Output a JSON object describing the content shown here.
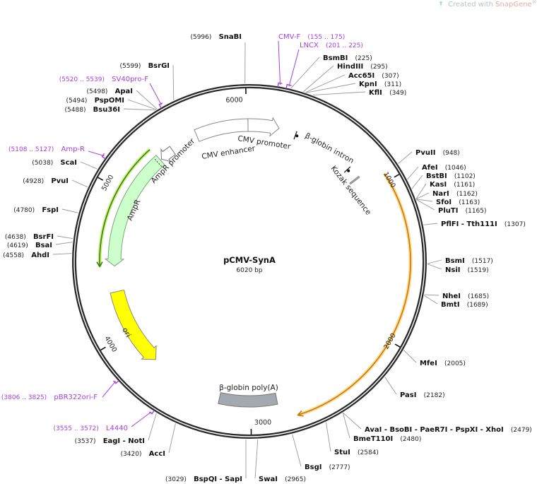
{
  "watermark": {
    "prefix": "Created with ",
    "brand": "SnapGene",
    "mark": "®",
    "brand_color": "#f0a8a0"
  },
  "plasmid": {
    "name": "pCMV-SynA",
    "length_label": "6020 bp",
    "length": 6020
  },
  "ticks": [
    1000,
    2000,
    3000,
    4000,
    5000,
    6000
  ],
  "sites": [
    {
      "name": "SnaBI",
      "pos_text": "(5996)",
      "bp": 5996
    },
    {
      "name": "BsrGI",
      "pos_text": "(5599)",
      "bp": 5599
    },
    {
      "name": "ApaI",
      "pos_text": "(5498)",
      "bp": 5498
    },
    {
      "name": "PspOMI",
      "pos_text": "(5494)",
      "bp": 5494
    },
    {
      "name": "Bsu36I",
      "pos_text": "(5488)",
      "bp": 5488
    },
    {
      "name": "ScaI",
      "pos_text": "(5038)",
      "bp": 5038
    },
    {
      "name": "PvuI",
      "pos_text": "(4928)",
      "bp": 4928
    },
    {
      "name": "FspI",
      "pos_text": "(4780)",
      "bp": 4780
    },
    {
      "name": "BsrFI",
      "pos_text": "(4638)",
      "bp": 4638
    },
    {
      "name": "BsaI",
      "pos_text": "(4619)",
      "bp": 4619
    },
    {
      "name": "AhdI",
      "pos_text": "(4558)",
      "bp": 4558
    },
    {
      "name": "EagI - NotI",
      "pos_text": "(3537)",
      "bp": 3537
    },
    {
      "name": "AccI",
      "pos_text": "(3420)",
      "bp": 3420
    },
    {
      "name": "BspQI - SapI",
      "pos_text": "(3029)",
      "bp": 3029
    },
    {
      "name": "SwaI",
      "pos_text": "(2965)",
      "bp": 2965
    },
    {
      "name": "BsgI",
      "pos_text": "(2777)",
      "bp": 2777
    },
    {
      "name": "StuI",
      "pos_text": "(2584)",
      "bp": 2584
    },
    {
      "name": "BmeT110I",
      "pos_text": "(2480)",
      "bp": 2480
    },
    {
      "name": "AvaI - BsoBI - PaeR7I - PspXI - XhoI",
      "pos_text": "(2479)",
      "bp": 2479
    },
    {
      "name": "PasI",
      "pos_text": "(2182)",
      "bp": 2182
    },
    {
      "name": "MfeI",
      "pos_text": "(2005)",
      "bp": 2005
    },
    {
      "name": "NheI",
      "pos_text": "(1685)",
      "bp": 1685
    },
    {
      "name": "BmtI",
      "pos_text": "(1689)",
      "bp": 1689
    },
    {
      "name": "BsmI",
      "pos_text": "(1517)",
      "bp": 1517
    },
    {
      "name": "NsiI",
      "pos_text": "(1519)",
      "bp": 1519
    },
    {
      "name": "PflFI - Tth111I",
      "pos_text": "(1307)",
      "bp": 1307
    },
    {
      "name": "PluTI",
      "pos_text": "(1165)",
      "bp": 1165
    },
    {
      "name": "SfoI",
      "pos_text": "(1163)",
      "bp": 1163
    },
    {
      "name": "NarI",
      "pos_text": "(1162)",
      "bp": 1162
    },
    {
      "name": "KasI",
      "pos_text": "(1161)",
      "bp": 1161
    },
    {
      "name": "BstBI",
      "pos_text": "(1102)",
      "bp": 1102
    },
    {
      "name": "AfeI",
      "pos_text": "(1046)",
      "bp": 1046
    },
    {
      "name": "PvuII",
      "pos_text": "(948)",
      "bp": 948
    },
    {
      "name": "KflI",
      "pos_text": "(349)",
      "bp": 349
    },
    {
      "name": "KpnI",
      "pos_text": "(311)",
      "bp": 311
    },
    {
      "name": "Acc65I",
      "pos_text": "(307)",
      "bp": 307
    },
    {
      "name": "HindIII",
      "pos_text": "(295)",
      "bp": 295
    },
    {
      "name": "BsmBI",
      "pos_text": "(225)",
      "bp": 225
    }
  ],
  "primers": [
    {
      "name": "CMV-F",
      "range_text": "(155 .. 175)",
      "start": 155,
      "end": 175
    },
    {
      "name": "LNCX",
      "range_text": "(201 .. 225)",
      "start": 201,
      "end": 225
    },
    {
      "name": "SV40pro-F",
      "range_text": "(5520 .. 5539)",
      "start": 5520,
      "end": 5539
    },
    {
      "name": "Amp-R",
      "range_text": "(5108 .. 5127)",
      "start": 5108,
      "end": 5127
    },
    {
      "name": "pBR322ori-F",
      "range_text": "(3806 .. 3825)",
      "start": 3806,
      "end": 3825
    },
    {
      "name": "L4440",
      "range_text": "(3555 .. 3572)",
      "start": 3555,
      "end": 3572
    }
  ],
  "features": [
    {
      "name": "CMV enhancer",
      "start": 5640,
      "end": 6010,
      "fill": "#ffffff",
      "stroke": "#888888"
    },
    {
      "name": "CMV promoter",
      "start": 6010,
      "end": 210,
      "fill": "#ffffff",
      "stroke": "#888888"
    },
    {
      "name": "β-globin intron",
      "start": 335,
      "end": 783
    },
    {
      "name": "Kozak sequence",
      "start": 870,
      "end": 880
    },
    {
      "name": "AmpR promoter",
      "start": 5340,
      "end": 5440,
      "fill": "#ffffff",
      "stroke": "#777777"
    },
    {
      "name": "AmpR",
      "start": 4482,
      "end": 5330,
      "fill": "#ccffcc",
      "stroke": "#7aa87a"
    },
    {
      "name": "ori",
      "start": 3740,
      "end": 4301,
      "fill": "#ffff00",
      "stroke": "#888888"
    },
    {
      "name": "β-globin poly(A)",
      "start": 2823,
      "end": 3217,
      "fill": "#a3a9b1",
      "stroke": "#777777"
    }
  ],
  "orfs": [
    {
      "start": 953,
      "end": 2717,
      "color": "#c27a12",
      "glow": "#ffd98a"
    },
    {
      "start": 4482,
      "end": 5323,
      "color": "#3a7d12",
      "glow": "#c9f07a"
    }
  ]
}
